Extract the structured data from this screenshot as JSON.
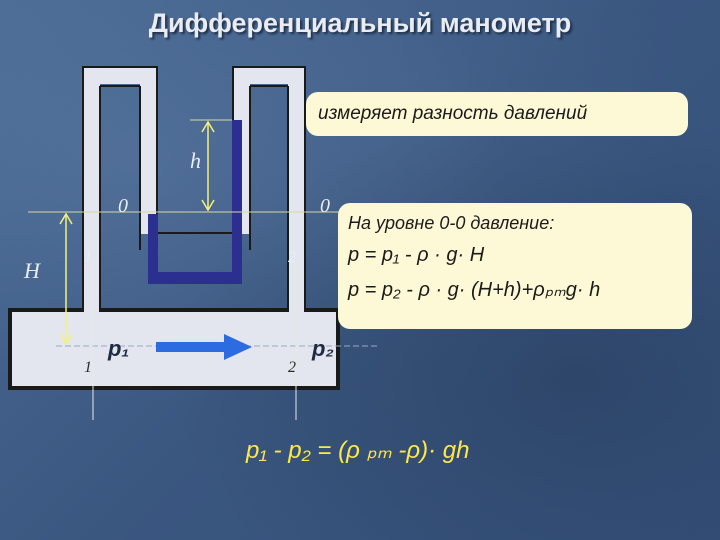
{
  "title": "Дифференциальный манометр",
  "callout_top": "измеряет разность давлений",
  "callout_formulas": {
    "heading": "На уровне 0-0 давление:",
    "line1": "p = p₁ - ρ · g· H",
    "line2": "p = p₂ - ρ · g· (H+h)+ρₚₘg· h"
  },
  "bottom_formula": "p₁ - p₂ = (ρ ₚₘ -ρ)· gh",
  "labels": {
    "h": "h",
    "H": "H",
    "zero_left": "0",
    "zero_right": "0",
    "one_top": "1",
    "one_bottom": "1",
    "two_top": "2",
    "two_bottom": "2",
    "p1": "p₁",
    "p2": "p₂"
  },
  "colors": {
    "liquid": "#2b2f8f",
    "tube_fill": "#e3e6ee",
    "tube_wall": "#1a1a1a",
    "arrow": "#2d6be0",
    "dim_line": "#f2f27a",
    "callout_bg": "#fdf8d6",
    "formula_text": "#ffe949"
  }
}
